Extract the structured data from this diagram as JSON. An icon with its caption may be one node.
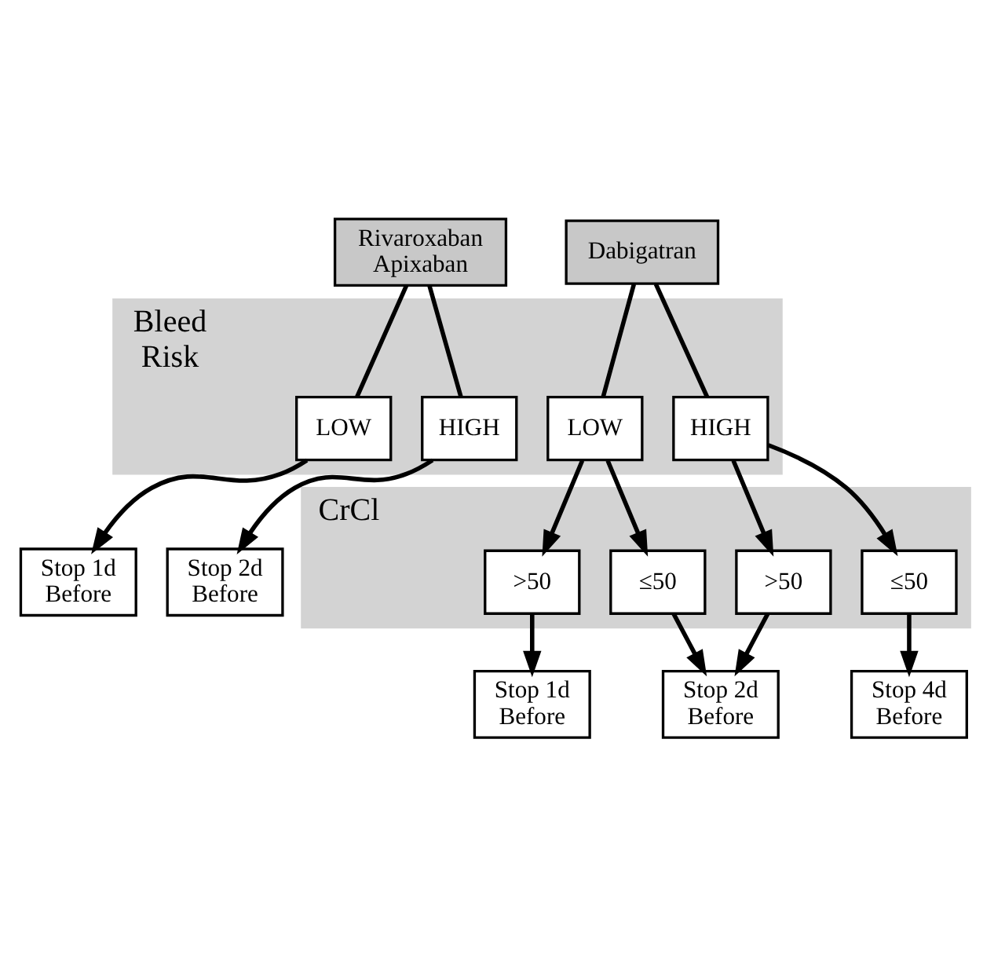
{
  "diagram": {
    "nodes": [
      {
        "text": [
          "Rivaroxaban Apixaban"
        ]
      },
      {
        "text": [
          "Dabigatran"
        ]
      },
      {
        "text": [
          "Bleed Risk"
        ]
      },
      {
        "text": [
          "LOW"
        ],
        "in": 2
      },
      {
        "text": [
          "HIGH"
        ],
        "in": 2
      },
      {
        "text": [
          "LOW"
        ],
        "in": 2
      },
      {
        "text": [
          "HIGH"
        ],
        "in": 2
      },
      {
        "text": [
          "Stop 1d Before"
        ]
      },
      {
        "text": [
          "Stop 2d Before"
        ]
      },
      {
        "text": [
          "CrCl"
        ]
      },
      {
        "text": [
          ">50"
        ],
        "in": 9
      },
      {
        "text": [
          "≤50"
        ],
        "in": 9
      },
      {
        "text": [
          ">50"
        ],
        "in": 9
      },
      {
        "text": [
          "≤50"
        ],
        "in": 9
      },
      {
        "text": [
          "Stop 1d Before"
        ]
      },
      {
        "text": [
          "Stop 2d Before"
        ]
      },
      {
        "text": [
          "Stop 4d Before"
        ]
      }
    ],
    "edges": [
      {
        "from": 0,
        "to": 3,
        "arrow": "none"
      },
      {
        "from": 0,
        "to": 4,
        "arrow": "none"
      },
      {
        "from": 1,
        "to": 5,
        "arrow": "none"
      },
      {
        "from": 1,
        "to": 6,
        "arrow": "none"
      },
      {
        "from": 3,
        "to": 7,
        "arrow": "to"
      },
      {
        "from": 4,
        "to": 8,
        "arrow": "to"
      },
      {
        "from": 5,
        "to": 10,
        "arrow": "to"
      },
      {
        "from": 5,
        "to": 11,
        "arrow": "to"
      },
      {
        "from": 6,
        "to": 12,
        "arrow": "to"
      },
      {
        "from": 6,
        "to": 13,
        "arrow": "to"
      },
      {
        "from": 10,
        "to": 14,
        "arrow": "to"
      },
      {
        "from": 11,
        "to": 15,
        "arrow": "to"
      },
      {
        "from": 12,
        "to": 15,
        "arrow": "to"
      },
      {
        "from": 13,
        "to": 16,
        "arrow": "to"
      }
    ]
  }
}
